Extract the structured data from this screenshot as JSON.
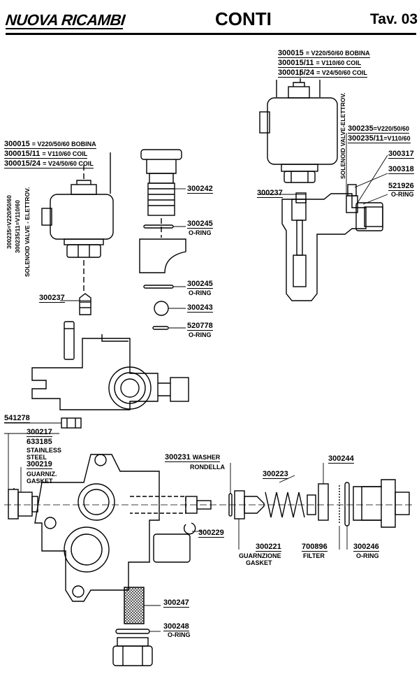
{
  "header": {
    "brand": "NUOVA RICAMBI",
    "title": "CONTI",
    "table": "Tav. 03"
  },
  "coil_left": [
    {
      "code": "300015",
      "desc": "= V220/50/60 BOBINA"
    },
    {
      "code": "300015/11",
      "desc": "= V110/60 COIL"
    },
    {
      "code": "300015/24",
      "desc": "= V24/50/60 COIL"
    }
  ],
  "coil_right": [
    {
      "code": "300015",
      "desc": "= V220/50/60 BOBINA"
    },
    {
      "code": "300015/11",
      "desc": "= V110/60 COIL"
    },
    {
      "code": "300015/24",
      "desc": "= V24/50/60 COIL"
    }
  ],
  "solenoid_left": {
    "line1": "300235=V220/50/60",
    "line2": "300235/11=V110/60",
    "line3": "SOLENOID VALVE - ELETTROV."
  },
  "solenoid_right": {
    "line1": "SOLENOID VALVE-ELETTROV.",
    "code1": "300235",
    "desc1": "=V220/50/60",
    "code2": "300235/11",
    "desc2": "=V110/60"
  },
  "parts": {
    "p300242": "300242",
    "p300245a": "300245",
    "p300245a_sub": "O-RING",
    "p300245b": "300245",
    "p300245b_sub": "O-RING",
    "p300243": "300243",
    "p520778": "520778",
    "p520778_sub": "O-RING",
    "p300237a": "300237",
    "p300237b": "300237",
    "p300317": "300317",
    "p300318": "300318",
    "p521926": "521926",
    "p521926_sub": "O-RING",
    "p541278": "541278",
    "p300217": "300217",
    "p633185": "633185",
    "p633185_sub1": "STAINLESS",
    "p633185_sub2": "STEEL",
    "p300219": "300219",
    "p300219_sub1": "GUARNIZ.",
    "p300219_sub2": "GASKET",
    "p300231": "300231",
    "p300231_sub1": "WASHER",
    "p300231_sub2": "RONDELLA",
    "p300223": "300223",
    "p300244": "300244",
    "p300229": "300229",
    "p300221": "300221",
    "p300221_sub1": "GUARNZIONE",
    "p300221_sub2": "GASKET",
    "p700896": "700896",
    "p700896_sub": "FILTER",
    "p300246": "300246",
    "p300246_sub": "O-RING",
    "p300247": "300247",
    "p300248": "300248",
    "p300248_sub": "O-RING"
  }
}
